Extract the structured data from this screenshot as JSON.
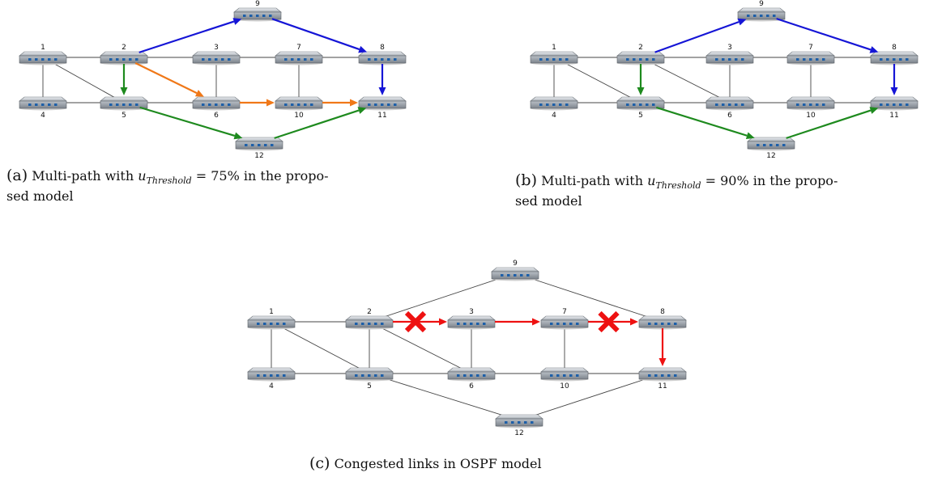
{
  "colors": {
    "edge": "#444444",
    "blue": "#1515d6",
    "green": "#1e8a1e",
    "orange": "#f07818",
    "red": "#ee1111"
  },
  "panels": [
    {
      "id": "a",
      "caption": {
        "label": "(a)",
        "prefix": "Multi-path with ",
        "var": "u",
        "sub": "Threshold",
        "rest": " = 75% in the propo-",
        "line2": "sed model"
      },
      "nodes": [
        "1",
        "2",
        "3",
        "4",
        "5",
        "6",
        "7",
        "8",
        "9",
        "10",
        "11",
        "12"
      ],
      "edges": [
        [
          "1",
          "2"
        ],
        [
          "1",
          "4"
        ],
        [
          "1",
          "5"
        ],
        [
          "2",
          "3"
        ],
        [
          "2",
          "5"
        ],
        [
          "3",
          "6"
        ],
        [
          "3",
          "7"
        ],
        [
          "4",
          "5"
        ],
        [
          "5",
          "6"
        ],
        [
          "6",
          "10"
        ],
        [
          "7",
          "8"
        ],
        [
          "7",
          "10"
        ],
        [
          "10",
          "11"
        ],
        [
          "8",
          "11"
        ],
        [
          "2",
          "9"
        ],
        [
          "9",
          "8"
        ],
        [
          "5",
          "12"
        ],
        [
          "12",
          "11"
        ]
      ],
      "paths": [
        {
          "color": "blue",
          "hops": [
            "2",
            "9",
            "8",
            "11"
          ]
        },
        {
          "color": "green",
          "hops": [
            "2",
            "5",
            "12",
            "11"
          ]
        },
        {
          "color": "orange",
          "hops": [
            "2",
            "6",
            "10",
            "11"
          ]
        }
      ],
      "congested": []
    },
    {
      "id": "b",
      "caption": {
        "label": "(b)",
        "prefix": "Multi-path with ",
        "var": "u",
        "sub": "Threshold",
        "rest": " = 90% in the propo-",
        "line2": "sed model"
      },
      "nodes": [
        "1",
        "2",
        "3",
        "4",
        "5",
        "6",
        "7",
        "8",
        "9",
        "10",
        "11",
        "12"
      ],
      "edges": [
        [
          "1",
          "2"
        ],
        [
          "1",
          "4"
        ],
        [
          "1",
          "5"
        ],
        [
          "2",
          "3"
        ],
        [
          "2",
          "5"
        ],
        [
          "2",
          "6"
        ],
        [
          "3",
          "6"
        ],
        [
          "3",
          "7"
        ],
        [
          "4",
          "5"
        ],
        [
          "5",
          "6"
        ],
        [
          "6",
          "10"
        ],
        [
          "7",
          "8"
        ],
        [
          "7",
          "10"
        ],
        [
          "10",
          "11"
        ],
        [
          "8",
          "11"
        ],
        [
          "2",
          "9"
        ],
        [
          "9",
          "8"
        ],
        [
          "5",
          "12"
        ],
        [
          "12",
          "11"
        ]
      ],
      "paths": [
        {
          "color": "blue",
          "hops": [
            "2",
            "9",
            "8",
            "11"
          ]
        },
        {
          "color": "green",
          "hops": [
            "2",
            "5",
            "12",
            "11"
          ]
        }
      ],
      "congested": []
    },
    {
      "id": "c",
      "caption": {
        "label": "(c)",
        "prefix": "Congested links in OSPF model",
        "var": "",
        "sub": "",
        "rest": "",
        "line2": ""
      },
      "nodes": [
        "1",
        "2",
        "3",
        "4",
        "5",
        "6",
        "7",
        "8",
        "9",
        "10",
        "11",
        "12"
      ],
      "edges": [
        [
          "1",
          "2"
        ],
        [
          "1",
          "4"
        ],
        [
          "1",
          "5"
        ],
        [
          "2",
          "3"
        ],
        [
          "2",
          "5"
        ],
        [
          "2",
          "6"
        ],
        [
          "3",
          "6"
        ],
        [
          "3",
          "7"
        ],
        [
          "4",
          "5"
        ],
        [
          "5",
          "6"
        ],
        [
          "6",
          "10"
        ],
        [
          "7",
          "8"
        ],
        [
          "7",
          "10"
        ],
        [
          "10",
          "11"
        ],
        [
          "8",
          "11"
        ],
        [
          "2",
          "9"
        ],
        [
          "9",
          "8"
        ],
        [
          "5",
          "12"
        ],
        [
          "12",
          "11"
        ]
      ],
      "paths": [
        {
          "color": "red",
          "hops": [
            "2",
            "3",
            "7",
            "8",
            "11"
          ]
        }
      ],
      "congested": [
        [
          "2",
          "3"
        ],
        [
          "7",
          "8"
        ]
      ]
    }
  ]
}
